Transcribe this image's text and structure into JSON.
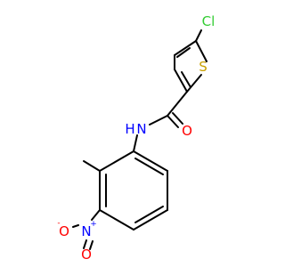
{
  "molecule": {
    "atoms": {
      "chlorine": {
        "symbol": "Cl",
        "color": "#33cc33"
      },
      "sulfur": {
        "symbol": "S",
        "color": "#c8a000"
      },
      "carbonyl_oxygen": {
        "symbol": "O",
        "color": "#ff0000"
      },
      "amide_nitrogen": {
        "symbol": "N",
        "color": "#0000ff"
      },
      "amide_hydrogen": {
        "symbol": "H",
        "color": "#0000ff"
      },
      "nitro_nitrogen": {
        "symbol": "N",
        "charge": "+",
        "color": "#0000ff"
      },
      "nitro_oxygen_minus": {
        "symbol": "O",
        "charge": "-",
        "color": "#ff0000"
      },
      "nitro_oxygen_double": {
        "symbol": "O",
        "color": "#ff0000"
      }
    },
    "bond_color": "#000000"
  }
}
